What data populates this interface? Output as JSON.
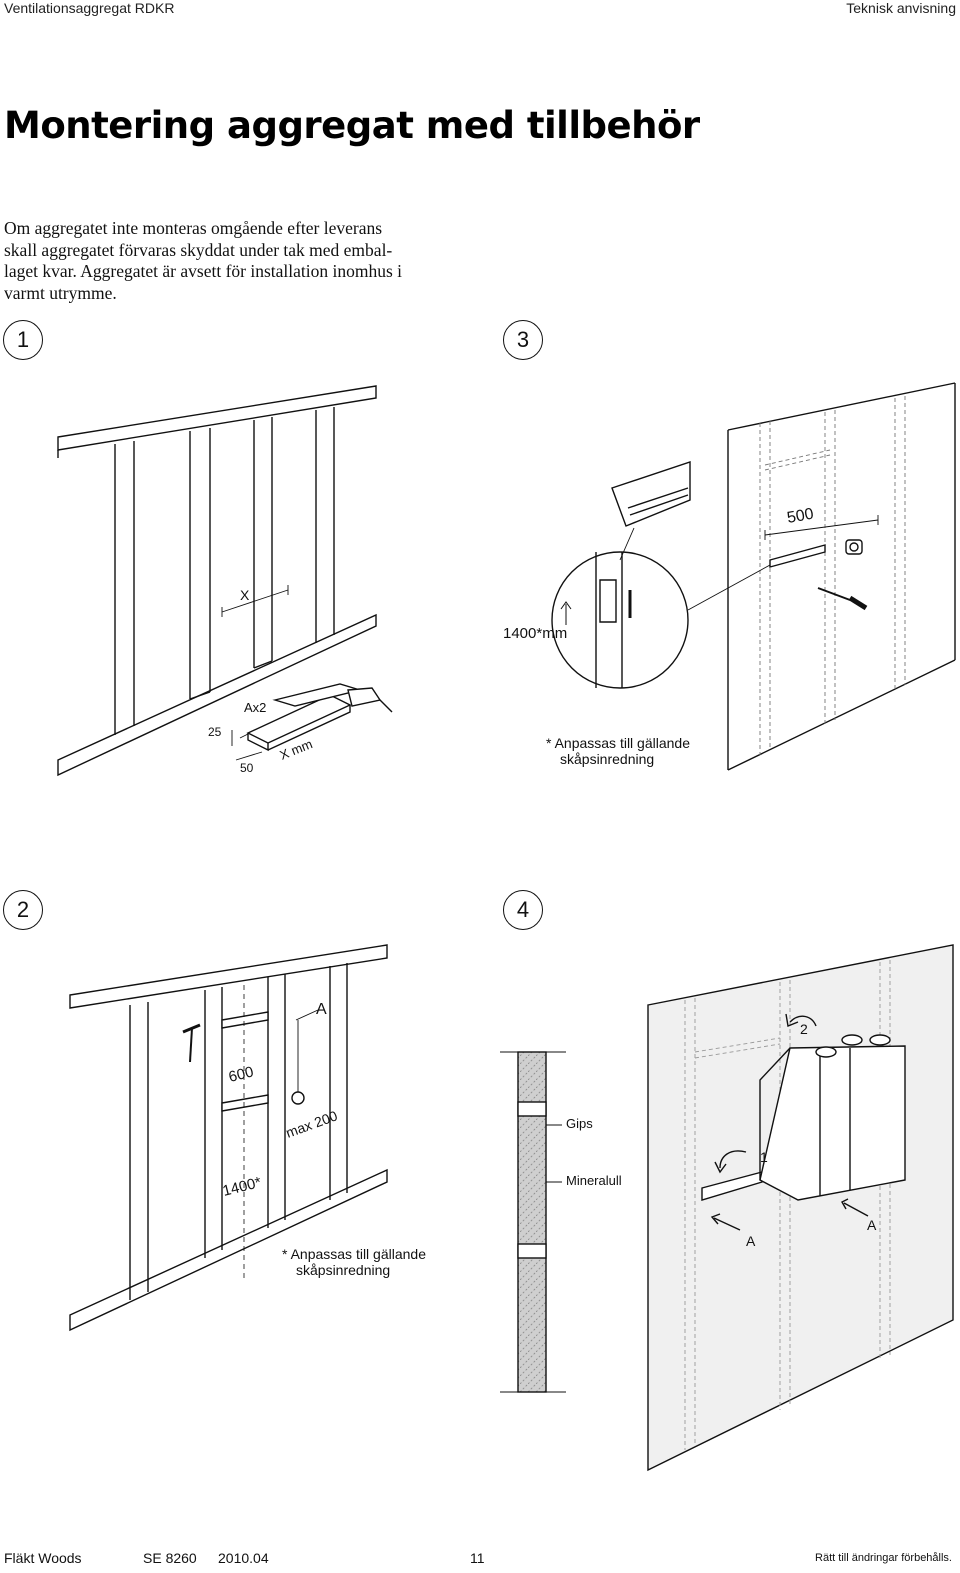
{
  "header": {
    "left": "Ventilationsaggregat RDKR",
    "right": "Teknisk anvisning"
  },
  "title": "Montering aggregat med tillbehör",
  "intro_lines": [
    "Om aggregatet inte monteras omgående efter leverans",
    "skall aggregatet förvaras skyddat under tak med embal-",
    "laget kvar. Aggregatet är avsett för installation inomhus i",
    "varmt utrymme."
  ],
  "steps": {
    "s1": "1",
    "s2": "2",
    "s3": "3",
    "s4": "4"
  },
  "fig1": {
    "x_label": "X",
    "ax2_label": "Ax2",
    "dim_25": "25",
    "dim_50": "50",
    "xmm_label": "X mm"
  },
  "fig3": {
    "dim_500": "500",
    "height_label": "1400*mm",
    "note_lines": [
      "* Anpassas till gällande",
      "skåpsinredning"
    ]
  },
  "fig2": {
    "label_a": "A",
    "dim_600": "600",
    "max_label": "max 200",
    "dim_1400": "1400*",
    "note_lines": [
      "* Anpassas till gällande",
      "skåpsinredning"
    ]
  },
  "fig4": {
    "gips_label": "Gips",
    "mineralull_label": "Mineralull",
    "arrow_1": "1",
    "arrow_2": "2",
    "label_a_left": "A",
    "label_a_right": "A"
  },
  "footer": {
    "brand": "Fläkt Woods",
    "doc_number": "SE 8260",
    "date": "2010.04",
    "page": "11",
    "rights": "Rätt till ändringar förbehålls."
  }
}
